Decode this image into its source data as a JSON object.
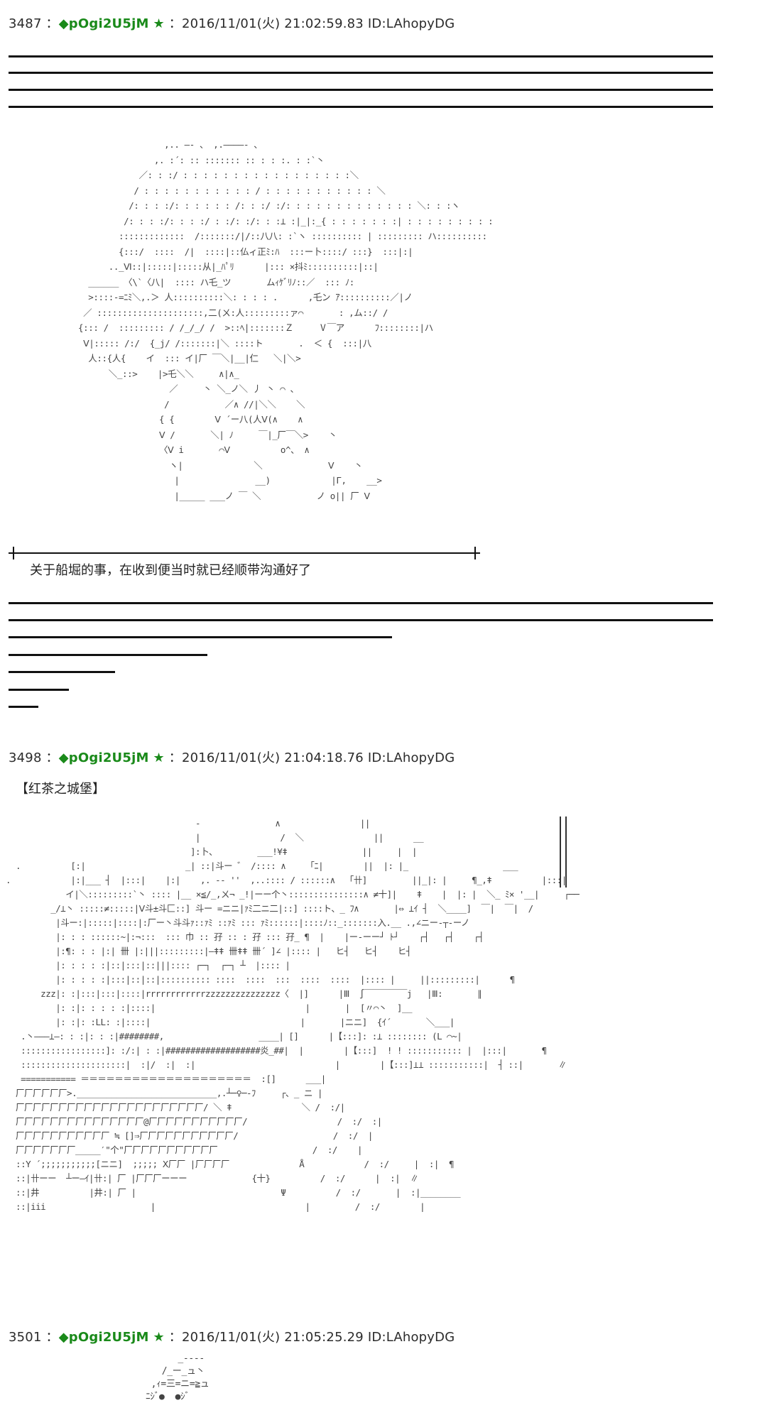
{
  "posts": [
    {
      "number": "3487",
      "name": "◆pOgi2U5jM",
      "star": "★",
      "datetime": "2016/11/01(火) 21:02:59.83",
      "id": "ID:LAhopyDG",
      "caption": "关于船堀的事，在收到便当时就已经顺带沟通好了"
    },
    {
      "number": "3498",
      "name": "◆pOgi2U5jM",
      "star": "★",
      "datetime": "2016/11/01(火) 21:04:18.76",
      "id": "ID:LAhopyDG",
      "subtitle": "【红茶之城堡】"
    },
    {
      "number": "3501",
      "name": "◆pOgi2U5jM",
      "star": "★",
      "datetime": "2016/11/01(火) 21:05:25.29",
      "id": "ID:LAhopyDG"
    }
  ],
  "ascii_art": {
    "bishop": "                 ,.. ―- 、 ,.――――- 、\n               ,. :´: :: ::::::: :: : : :. : :`丶\n            ／: : :/ : : : : : : : : : : : : : : : : :＼\n           / : : : : : : : : : : : / : : : : : : : : : : : ＼\n          /: : : :/: : : : : : /: : :/ :/: : : : : : : : : : : : : ＼: : :ヽ\n         /: : : :/: : : :/ : :/: :/: : :⊥ :|_|:_{ : : : : : : :| : : : : : : : : :\n        :::::::::::::  /:::::::/|/::八八: :`ヽ :::::::::: | ::::::::: ハ::::::::::\n        {:::/  ::::  /|  ::::|::仏ィ正ﾐ:ﾊ  :::ー卜::::/ :::}  :::|:|\n      .._Ⅵ::|:::::|:::::从|_ﾊﾟﾘ      |::: ×抖ﾐ::::::::::|::|\n  ______ 〈\\`〈八|  :::: ハ乇_ツ       ムｨｹﾞﾘﾉ::／  ::: ﾉ:\n  >::::‐=ﾆﾐ＼,.＞ 人::::::::::＼: : : : .      ,乇ン ｱ::::::::::／|ノ\n ／ :::::::::::::::::::::,二(ㄨ:人:::::::::ァ⌒       : ,ム::/ /\n{::: /  ::::::::: / /_/_/ /  >::ﾍ|:::::::Ｚ     Ⅴ￣ア      ﾌ::::::::|ハ\n Ⅴ|::::: /:/  {_j/ /:::::::|＼ ::::ト       .  ＜ {  :::|八\n  人::{人{    イ  ::: イ|厂 ￣＼|__|仁   ＼|＼>\n      ＼_::>    |>乇＼＼     ∧|∧_\n                  ／     丶 ＼_ノ＼ 丿 丶 ⌒ 、\n                 /           ／∧ //|＼＼    ＼\n                { {        Ⅴ ´ー八(人Ⅴ(∧    ∧\n                Ⅴ /       ＼| ﾉ     ￣|_厂￣＼>    丶\n                〈Ⅴ i       ⌒Ⅴ          o^、 ∧\n                  ヽ|              ＼             Ⅴ    丶\n                   |               __)            |Γ,    __>\n                   |_____ ___ノ ￣ ＼           ノ o|| 厂 Ⅴ",
    "castle": "                                      -               ∧                ||\n                                      |                /  ＼              ||      __\n                                     ]:卜、        ___!¥ǂ               ||     |  |\n  .          [:|                    _| ::|斗ー ゛ /:::: ∧    「ﾆ|        ||  |: |_                   ___\n.            |:|___ ┤  |:::|    |:|    ,. -‐ ''  ,..:::: / ::::::∧  「卄]         ||_|: |     ¶_,ǂ          |:::|\n            イ|＼:::::::::`丶 :::: |__ ×≦/_,ㄨ¬ _!|ーー个丶:::::::::::::::∧ ≠十]|    ǂ    |  |: |  ＼_ ﾐ× '__|     ┌──\n         _/⊥丶 :::::≠:::::|Ⅴ斗±斗匚::] 斗ー =ニニ|ｧﾐ二ニ二|::] ::::ト、_ ﾌ∧       |⇔ ⊥ｲ ┤  ＼____]  ￣|  ￣|  /\n          |斗ー:|:::::|::::|:厂ー丶斗斗ｧ::ｧﾐ ::ｧﾐ ::: ｧﾐ::::::|::::ﾉ::_:::::::入.__ .,∠ニー‐┬‐ーノ\n          |: : : ::::::~|:¬:::  ::: 巾 :: 孖 :: : 孖 ::: 孖_ ¶  |    |ー‐ーー┘ ﾄ┘    ┌┤   ┌┤    ┌┤\n          |:¶: : : |:| 卌 |:|||:::::::::|—ǂǂ 卌ǂǂ 卌´ ]∠ |:::: |   ヒ┤   ヒ┤    ヒ┤\n          |: : : : :|::|:::|::|||:::: ┌─┐  ┌─┐ ┴  |:::: |\n          |: : : : :|:::|::|::|:::::::::: ::::  ::::  :::  ::::  ::::  |:::: |     ||:::::::::|      ¶\n       zzz|: :|:::|:::|::::|rrrrrrrrrrrrzzzzzzzzzzzzzzz〈  |]      |Ⅲ  ∫￣￣￣￣￣j   |Ⅲ:       ∥\n          |: :|: : : : :|::::|                              |       |  [〃⌒丶  ]__\n          |: :|: :LL: :|::::|                              |       |ニニ]  {ｲ´       ＼___|\n   .丶―――⊥―: : :|: : :|########,                   ____| []      |【:::]: :⊥ :::::::: (L ⌒~|\n   :::::::::::::::::]: :/:| : :|###################炎_##|  |        |【:::]  ! ! ::::::::::: |  |:::|       ¶\n   :::::::::::::::::::::|  :|/  :|  :|                            |        |【:::]⊥⊥ :::::::::::|  ┤ ::|       ∥\n   =========== ＝＝＝＝＝＝＝＝＝＝＝＝＝＝＝＝＝＝＝＝  :[]      ___|\n  厂厂厂厂厂厂>.____________________________,.┴─♀─‐ﾌ     ┌、_ ニ |\n  厂厂厂厂厂厂厂厂厂厂厂厂厂厂厂厂厂厂厂厂厂厂/ ＼ ǂ              ＼ /  :/|\n  厂厂厂厂厂厂厂厂厂厂厂厂厂厂厂@厂厂厂厂厂厂厂厂厂厂厂/                  /  :/  :|\n  厂厂厂厂厂厂厂厂厂厂厂 ≒ []⇒厂厂厂厂厂厂厂厂厂厂厂/                   /  :/  |\n  厂厂厂厂厂厂厂_____′\"个\"厂厂厂厂厂厂厂厂厂厂厂                   /  :/    |\n  ::Y ´;;;;;;;;;;;[ニニ]  ;;;;; Ⅹ厂厂 |厂厂厂厂              Å            /  :/     |  :|  ¶\n  ::|卄ーー  ┴ー―ｲ|卄:| 厂 |厂厂厂ーーー             {十}          /  :/      |  :|  ∥\n  ::|井          |井:| 厂 |                             Ψ          /  :/       |  :|________\n  ::|iii                     |                              |         /  :/        |",
    "small": "            _--‐‐\n         /_ー_ュ丶\n       ,ｨ=三=ニ=≧ュ\n      ﾆｼﾞ●  ●ｼﾞ"
  }
}
